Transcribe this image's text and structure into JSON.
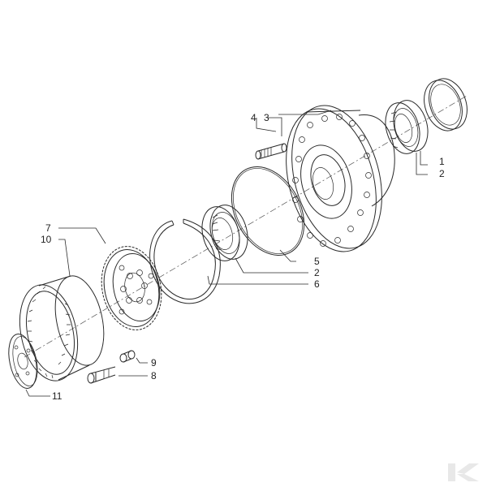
{
  "callouts": {
    "c1": "1",
    "c2a": "2",
    "c2b": "2",
    "c3": "3",
    "c4": "4",
    "c5": "5",
    "c6": "6",
    "c7": "7",
    "c8": "8",
    "c9": "9",
    "c10": "10",
    "c11": "11"
  },
  "colors": {
    "line": "#2a2a2a",
    "logo": "#e8e8e8"
  },
  "logo": {
    "icon": "brand-k-logo"
  }
}
